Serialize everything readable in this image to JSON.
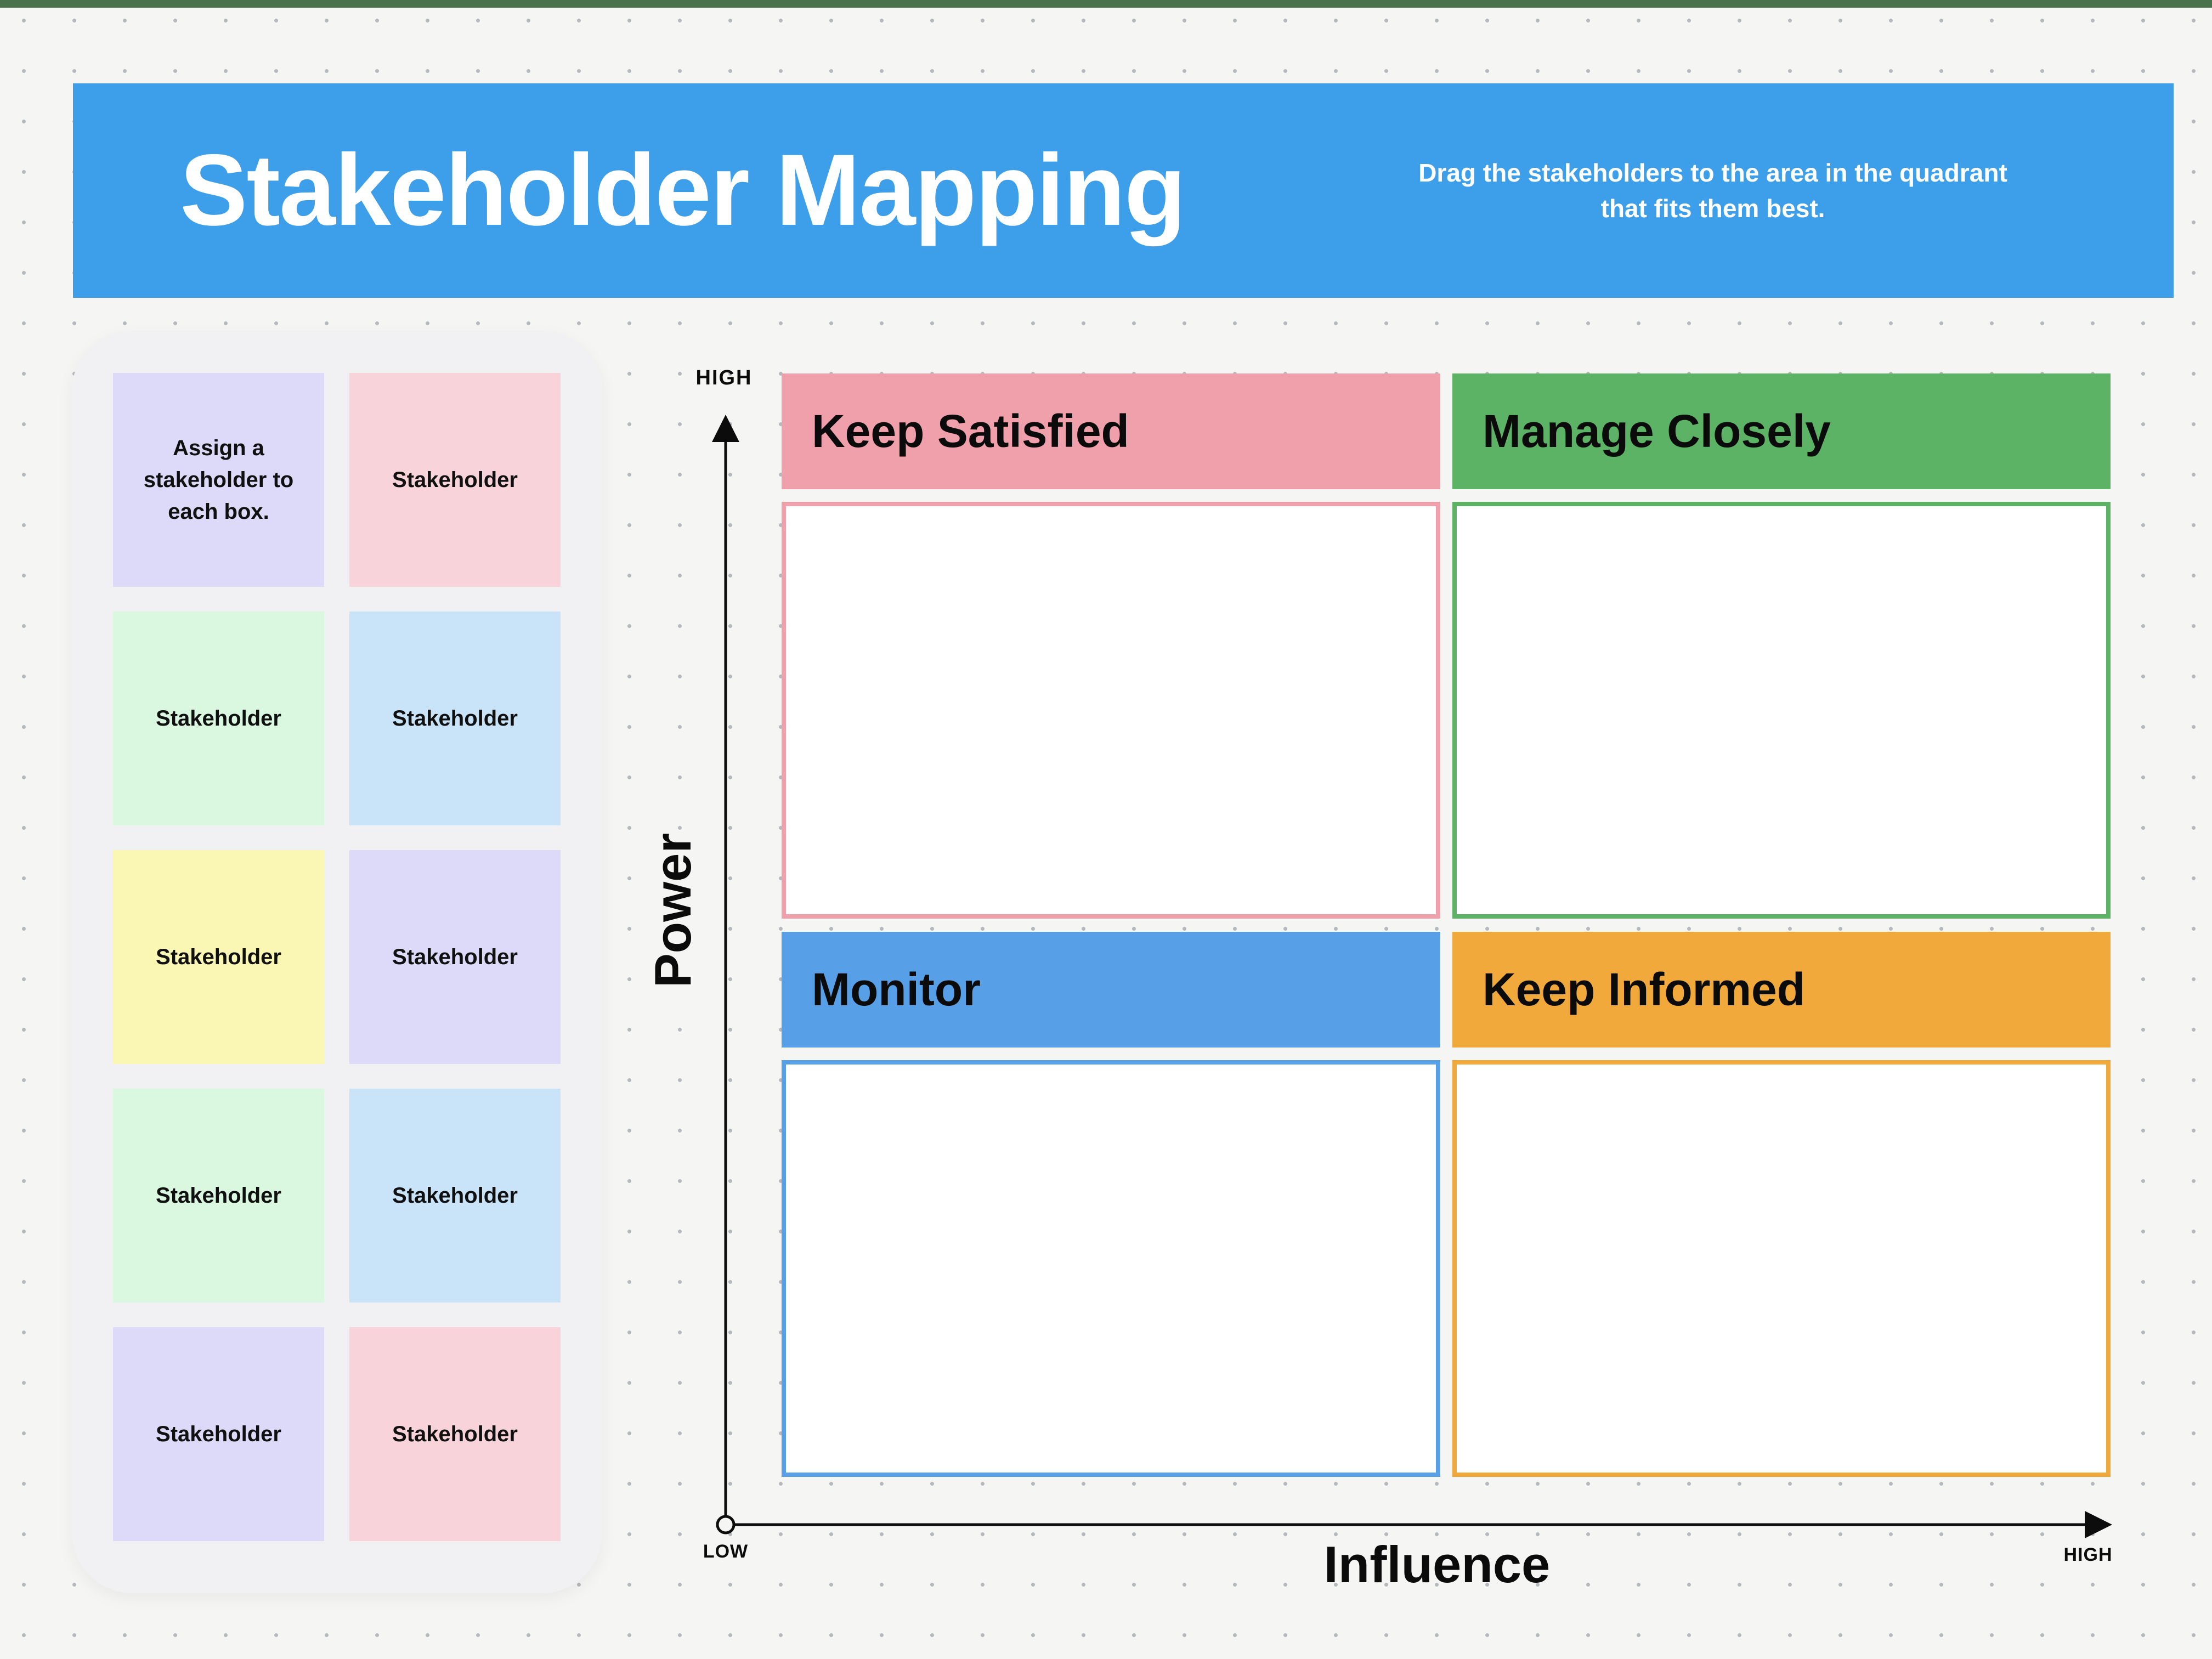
{
  "page": {
    "top_strip_color": "#47724c",
    "background_color": "#f5f5f3",
    "dot_color": "#b5b8bc"
  },
  "banner": {
    "title": "Stakeholder Mapping",
    "instruction": "Drag the stakeholders to the area in the quadrant that fits them best.",
    "bg_color": "#3d9ee9"
  },
  "stickies": [
    {
      "label": "Assign a stakeholder to each box.",
      "color": "#dcdaf8"
    },
    {
      "label": "Stakeholder",
      "color": "#f8d3da"
    },
    {
      "label": "Stakeholder",
      "color": "#daf7df"
    },
    {
      "label": "Stakeholder",
      "color": "#c9e4f9"
    },
    {
      "label": "Stakeholder",
      "color": "#faf7b5"
    },
    {
      "label": "Stakeholder",
      "color": "#dcdaf8"
    },
    {
      "label": "Stakeholder",
      "color": "#daf7df"
    },
    {
      "label": "Stakeholder",
      "color": "#c9e4f9"
    },
    {
      "label": "Stakeholder",
      "color": "#dcdaf8"
    },
    {
      "label": "Stakeholder",
      "color": "#f8d3da"
    }
  ],
  "quadrants": [
    {
      "name": "Keep Satisfied",
      "color": "#f0a0aa"
    },
    {
      "name": "Manage Closely",
      "color": "#5cb365"
    },
    {
      "name": "Monitor",
      "color": "#57a0e8"
    },
    {
      "name": "Keep Informed",
      "color": "#f1a93c"
    }
  ],
  "axes": {
    "x_label": "Influence",
    "y_label": "Power",
    "y_high": "HIGH",
    "x_high": "HIGH",
    "origin": "LOW",
    "line_color": "#0c0c0c"
  }
}
